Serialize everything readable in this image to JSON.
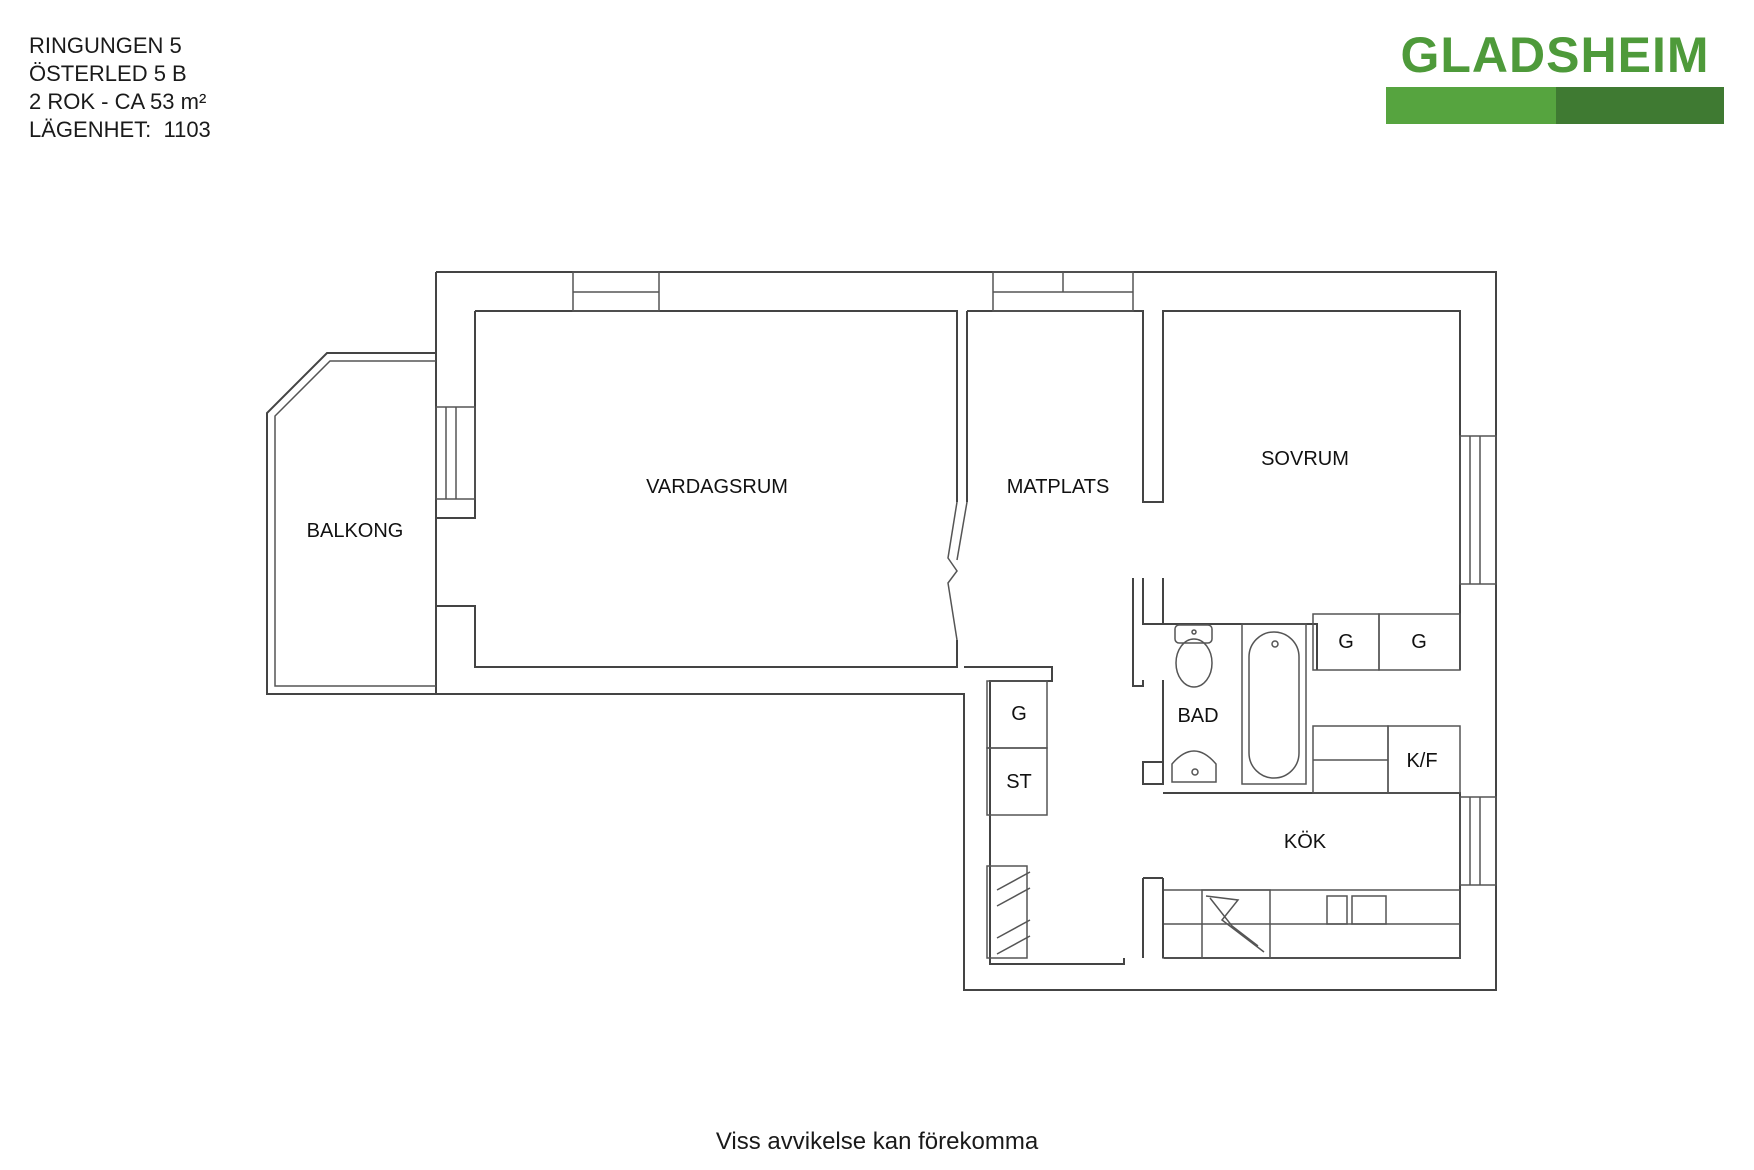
{
  "header": {
    "lines": [
      "RINGUNGEN 5",
      "ÖSTERLED 5 B",
      "2 ROK - CA 53 m²",
      "LÄGENHET:  1103"
    ]
  },
  "logo": {
    "text": "GLADSHEIM",
    "colors": {
      "text": "#4e9a3a",
      "bar_light": "#56a43f",
      "bar_dark": "#3f7a32"
    }
  },
  "rooms": {
    "balkong": "BALKONG",
    "vardagsrum": "VARDAGSRUM",
    "matplats": "MATPLATS",
    "sovrum": "SOVRUM",
    "bad": "BAD",
    "kok": "KÖK",
    "g1": "G",
    "g2": "G",
    "g3": "G",
    "st": "ST",
    "kf": "K/F"
  },
  "footer": {
    "text": "Viss avvikelse kan förekomma"
  }
}
